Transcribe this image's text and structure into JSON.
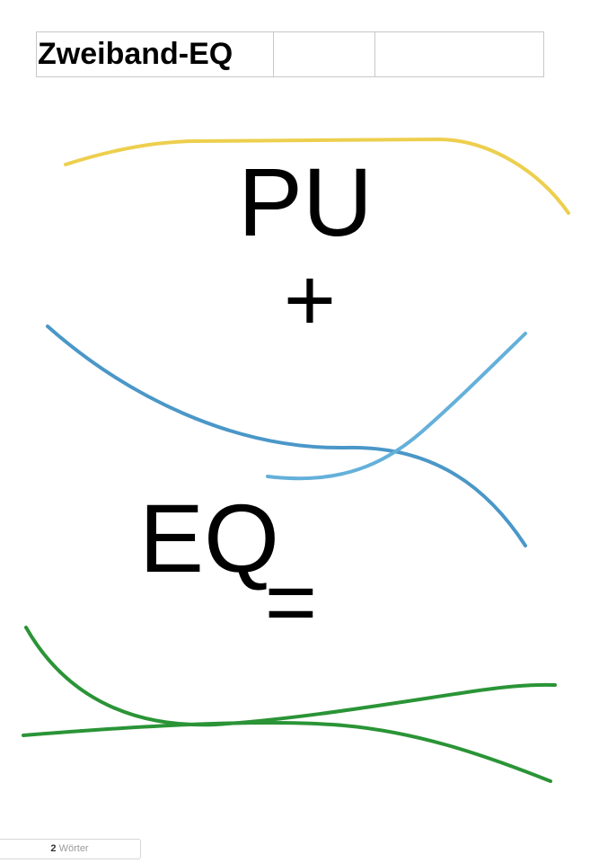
{
  "document": {
    "title": "Zweiband-EQ"
  },
  "drawing": {
    "label_pu": "PU",
    "label_plus": "+",
    "label_eq": "EQ",
    "label_equals": "=",
    "colors": {
      "yellow": "#EDCF4E",
      "blue_dark": "#4A97C8",
      "blue_light": "#64B0DA",
      "green": "#2A9436"
    }
  },
  "status_bar": {
    "word_count_number": "2",
    "word_count_label": "Wörter"
  }
}
